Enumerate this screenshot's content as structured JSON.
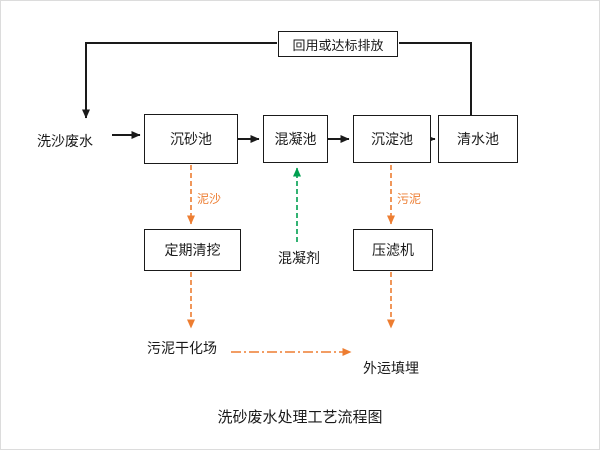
{
  "page": {
    "title": "洗砂废水处理工艺流程图"
  },
  "diagram": {
    "feedback_label": "回用或达标排放",
    "input_label": "洗沙废水",
    "process_boxes": {
      "grit_chamber": "沉砂池",
      "coagulation_tank": "混凝池",
      "sedimentation_tank": "沉淀池",
      "clean_water_tank": "清水池",
      "periodic_dredging": "定期清挖",
      "filter_press": "压滤机"
    },
    "stream_labels": {
      "sediment": "泥沙",
      "sludge": "污泥",
      "coagulant": "混凝剂"
    },
    "end_labels": {
      "sludge_drying_field": "污泥干化场",
      "landfill": "外运填埋"
    },
    "colors": {
      "line_black": "#1a1a1a",
      "sludge_orange": "#ED7D31",
      "coagulant_green": "#00A050",
      "box_border": "#1a1a1a",
      "background": "#ffffff"
    }
  }
}
